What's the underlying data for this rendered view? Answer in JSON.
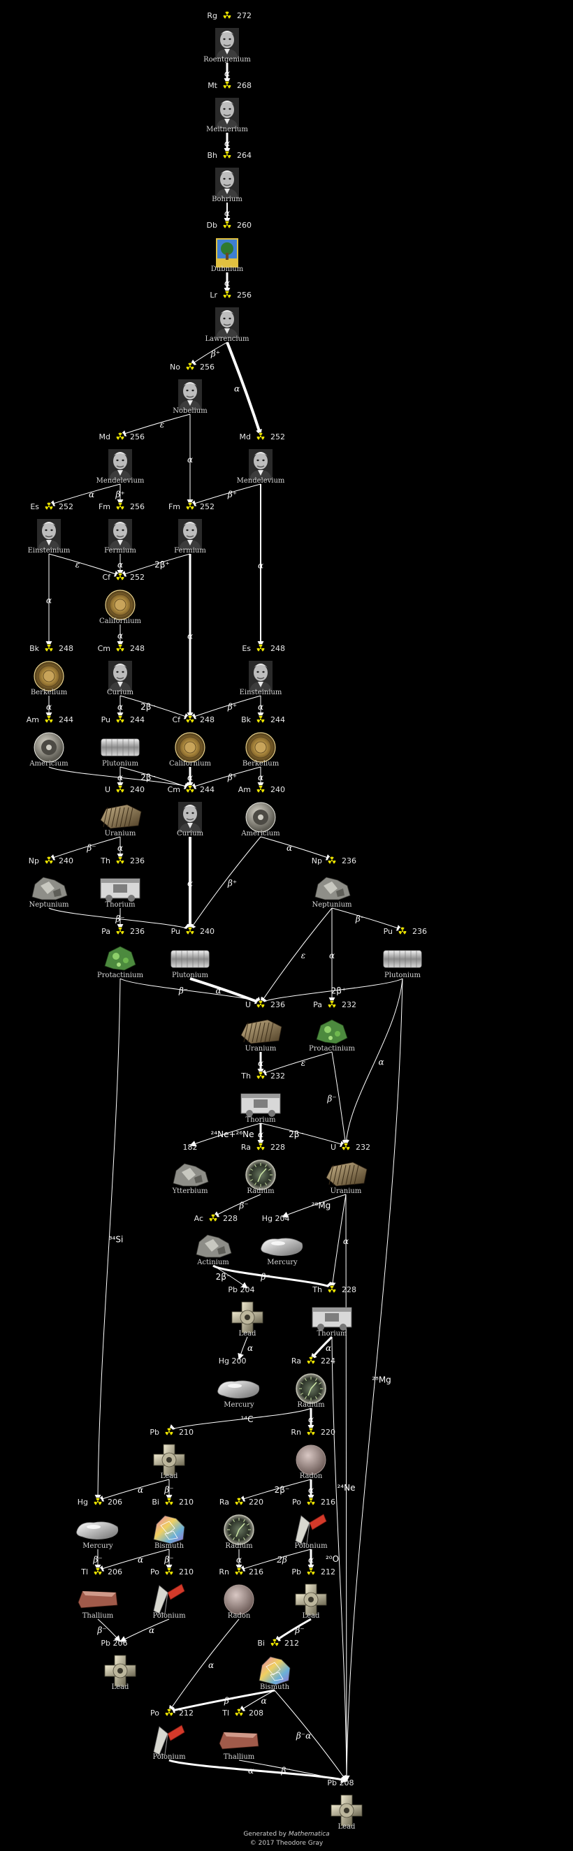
{
  "diagram": {
    "nodes": [
      {
        "id": "rg272",
        "symbol": "Rg",
        "mass": "272",
        "name": "Roentgenium",
        "kind": "portrait"
      },
      {
        "id": "mt268",
        "symbol": "Mt",
        "mass": "268",
        "name": "Meitnerium",
        "kind": "portrait"
      },
      {
        "id": "bh264",
        "symbol": "Bh",
        "mass": "264",
        "name": "Bohrium",
        "kind": "portrait"
      },
      {
        "id": "db260",
        "symbol": "Db",
        "mass": "260",
        "name": "Dubnium",
        "kind": "crest"
      },
      {
        "id": "lr256",
        "symbol": "Lr",
        "mass": "256",
        "name": "Lawrencium",
        "kind": "portrait"
      },
      {
        "id": "no256",
        "symbol": "No",
        "mass": "256",
        "name": "Nobelium",
        "kind": "portrait"
      },
      {
        "id": "md256",
        "symbol": "Md",
        "mass": "256",
        "name": "Mendelevium",
        "kind": "portrait"
      },
      {
        "id": "md252",
        "symbol": "Md",
        "mass": "252",
        "name": "Mendelevium",
        "kind": "portrait"
      },
      {
        "id": "es252",
        "symbol": "Es",
        "mass": "252",
        "name": "Einsteinium",
        "kind": "portrait"
      },
      {
        "id": "fm256",
        "symbol": "Fm",
        "mass": "256",
        "name": "Fermium",
        "kind": "portrait"
      },
      {
        "id": "fm252",
        "symbol": "Fm",
        "mass": "252",
        "name": "Fermium",
        "kind": "portrait"
      },
      {
        "id": "cf252",
        "symbol": "Cf",
        "mass": "252",
        "name": "Californium",
        "kind": "seal"
      },
      {
        "id": "bk248",
        "symbol": "Bk",
        "mass": "248",
        "name": "Berkelium",
        "kind": "seal"
      },
      {
        "id": "cm248",
        "symbol": "Cm",
        "mass": "248",
        "name": "Curium",
        "kind": "portrait"
      },
      {
        "id": "es248",
        "symbol": "Es",
        "mass": "248",
        "name": "Einsteinium",
        "kind": "portrait"
      },
      {
        "id": "am244",
        "symbol": "Am",
        "mass": "244",
        "name": "Americium",
        "kind": "disc"
      },
      {
        "id": "pu244",
        "symbol": "Pu",
        "mass": "244",
        "name": "Plutonium",
        "kind": "cylinder"
      },
      {
        "id": "cf248",
        "symbol": "Cf",
        "mass": "248",
        "name": "Californium",
        "kind": "seal"
      },
      {
        "id": "bk244",
        "symbol": "Bk",
        "mass": "244",
        "name": "Berkelium",
        "kind": "seal"
      },
      {
        "id": "u240",
        "symbol": "U",
        "mass": "240",
        "name": "Uranium",
        "kind": "chunk"
      },
      {
        "id": "cm244",
        "symbol": "Cm",
        "mass": "244",
        "name": "Curium",
        "kind": "portrait"
      },
      {
        "id": "am240",
        "symbol": "Am",
        "mass": "240",
        "name": "Americium",
        "kind": "disc"
      },
      {
        "id": "np240",
        "symbol": "Np",
        "mass": "240",
        "name": "Neptunium",
        "kind": "rock"
      },
      {
        "id": "th236",
        "symbol": "Th",
        "mass": "236",
        "name": "Thorium",
        "kind": "machine"
      },
      {
        "id": "np236",
        "symbol": "Np",
        "mass": "236",
        "name": "Neptunium",
        "kind": "rock"
      },
      {
        "id": "pa236",
        "symbol": "Pa",
        "mass": "236",
        "name": "Protactinium",
        "kind": "green"
      },
      {
        "id": "pu240",
        "symbol": "Pu",
        "mass": "240",
        "name": "Plutonium",
        "kind": "cylinder"
      },
      {
        "id": "pu236",
        "symbol": "Pu",
        "mass": "236",
        "name": "Plutonium",
        "kind": "cylinder"
      },
      {
        "id": "u236",
        "symbol": "U",
        "mass": "236",
        "name": "Uranium",
        "kind": "chunk"
      },
      {
        "id": "pa232",
        "symbol": "Pa",
        "mass": "232",
        "name": "Protactinium",
        "kind": "green"
      },
      {
        "id": "th232",
        "symbol": "Th",
        "mass": "232",
        "name": "Thorium",
        "kind": "machine"
      },
      {
        "id": "yb182",
        "symbol": "",
        "mass": "182",
        "name": "Ytterbium",
        "kind": "rock",
        "stable": true
      },
      {
        "id": "ra228",
        "symbol": "Ra",
        "mass": "228",
        "name": "Radium",
        "kind": "dial"
      },
      {
        "id": "u232",
        "symbol": "U",
        "mass": "232",
        "name": "Uranium",
        "kind": "chunk"
      },
      {
        "id": "ac228",
        "symbol": "Ac",
        "mass": "228",
        "name": "Actinium",
        "kind": "rock"
      },
      {
        "id": "hg204",
        "symbol": "Hg",
        "mass": "204",
        "name": "Mercury",
        "kind": "blob",
        "stable": true
      },
      {
        "id": "pb204",
        "symbol": "Pb",
        "mass": "204",
        "name": "Lead",
        "kind": "lead",
        "stable": true
      },
      {
        "id": "th228",
        "symbol": "Th",
        "mass": "228",
        "name": "Thorium",
        "kind": "machine"
      },
      {
        "id": "hg200",
        "symbol": "Hg",
        "mass": "200",
        "name": "Mercury",
        "kind": "blob",
        "stable": true
      },
      {
        "id": "ra224",
        "symbol": "Ra",
        "mass": "224",
        "name": "Radium",
        "kind": "dial"
      },
      {
        "id": "pb210",
        "symbol": "Pb",
        "mass": "210",
        "name": "Lead",
        "kind": "lead"
      },
      {
        "id": "rn220",
        "symbol": "Rn",
        "mass": "220",
        "name": "Radon",
        "kind": "sphere"
      },
      {
        "id": "hg206",
        "symbol": "Hg",
        "mass": "206",
        "name": "Mercury",
        "kind": "blob"
      },
      {
        "id": "bi210",
        "symbol": "Bi",
        "mass": "210",
        "name": "Bismuth",
        "kind": "crystal"
      },
      {
        "id": "ra220",
        "symbol": "Ra",
        "mass": "220",
        "name": "Radium",
        "kind": "dial"
      },
      {
        "id": "po216",
        "symbol": "Po",
        "mass": "216",
        "name": "Polonium",
        "kind": "brush"
      },
      {
        "id": "tl206",
        "symbol": "Tl",
        "mass": "206",
        "name": "Thallium",
        "kind": "slab"
      },
      {
        "id": "po210",
        "symbol": "Po",
        "mass": "210",
        "name": "Polonium",
        "kind": "brush"
      },
      {
        "id": "rn216",
        "symbol": "Rn",
        "mass": "216",
        "name": "Radon",
        "kind": "sphere"
      },
      {
        "id": "pb212",
        "symbol": "Pb",
        "mass": "212",
        "name": "Lead",
        "kind": "lead"
      },
      {
        "id": "pb206",
        "symbol": "Pb",
        "mass": "206",
        "name": "Lead",
        "kind": "lead",
        "stable": true
      },
      {
        "id": "bi212",
        "symbol": "Bi",
        "mass": "212",
        "name": "Bismuth",
        "kind": "crystal"
      },
      {
        "id": "po212",
        "symbol": "Po",
        "mass": "212",
        "name": "Polonium",
        "kind": "brush"
      },
      {
        "id": "tl208",
        "symbol": "Tl",
        "mass": "208",
        "name": "Thallium",
        "kind": "slab"
      },
      {
        "id": "pb208",
        "symbol": "Pb",
        "mass": "208",
        "name": "Lead",
        "kind": "lead",
        "stable": true
      }
    ],
    "edges": [
      {
        "from": "rg272",
        "to": "mt268",
        "label": "α",
        "w": 3
      },
      {
        "from": "mt268",
        "to": "bh264",
        "label": "α",
        "w": 3
      },
      {
        "from": "bh264",
        "to": "db260",
        "label": "α",
        "w": 2
      },
      {
        "from": "db260",
        "to": "lr256",
        "label": "α",
        "w": 3
      },
      {
        "from": "lr256",
        "to": "no256",
        "label": "β⁺",
        "w": 1
      },
      {
        "from": "lr256",
        "to": "md252",
        "label": "α",
        "w": 4
      },
      {
        "from": "no256",
        "to": "md256",
        "label": "ε",
        "w": 1
      },
      {
        "from": "no256",
        "to": "fm252",
        "label": "α",
        "w": 1
      },
      {
        "from": "md256",
        "to": "es252",
        "label": "α",
        "w": 1
      },
      {
        "from": "md256",
        "to": "fm256",
        "label": "β⁺",
        "w": 1
      },
      {
        "from": "md252",
        "to": "fm252",
        "label": "β⁺",
        "w": 1
      },
      {
        "from": "md252",
        "to": "es248",
        "label": "α",
        "w": 2
      },
      {
        "from": "es252",
        "to": "cf252",
        "label": "ε",
        "w": 1
      },
      {
        "from": "es252",
        "to": "bk248",
        "label": "α",
        "w": 1
      },
      {
        "from": "fm256",
        "to": "cf252",
        "label": "α",
        "w": 1
      },
      {
        "from": "fm252",
        "to": "cf252",
        "label": "2β⁺",
        "w": 1
      },
      {
        "from": "fm252",
        "to": "cf248",
        "label": "α",
        "w": 3
      },
      {
        "from": "cf252",
        "to": "cm248",
        "label": "α",
        "w": 1
      },
      {
        "from": "bk248",
        "to": "am244",
        "label": "α",
        "w": 1
      },
      {
        "from": "cm248",
        "to": "pu244",
        "label": "α",
        "w": 1
      },
      {
        "from": "cm248",
        "to": "cf248",
        "label": "2β⁻",
        "w": 1
      },
      {
        "from": "es248",
        "to": "cf248",
        "label": "β⁺",
        "w": 1
      },
      {
        "from": "es248",
        "to": "bk244",
        "label": "α",
        "w": 1
      },
      {
        "from": "am244",
        "to": "cm244",
        "label": "",
        "w": 1
      },
      {
        "from": "pu244",
        "to": "u240",
        "label": "α",
        "w": 1
      },
      {
        "from": "pu244",
        "to": "cm244",
        "label": "2β⁻",
        "w": 1
      },
      {
        "from": "cf248",
        "to": "cm244",
        "label": "α",
        "w": 3
      },
      {
        "from": "bk244",
        "to": "cm244",
        "label": "β⁺",
        "w": 1
      },
      {
        "from": "bk244",
        "to": "am240",
        "label": "α",
        "w": 1
      },
      {
        "from": "u240",
        "to": "np240",
        "label": "β⁻",
        "w": 1
      },
      {
        "from": "u240",
        "to": "th236",
        "label": "α",
        "w": 1
      },
      {
        "from": "cm244",
        "to": "pu240",
        "label": "α",
        "w": 4
      },
      {
        "from": "am240",
        "to": "pu240",
        "label": "β⁺",
        "w": 1
      },
      {
        "from": "am240",
        "to": "np236",
        "label": "α",
        "w": 1
      },
      {
        "from": "th236",
        "to": "pa236",
        "label": "β⁻",
        "w": 1
      },
      {
        "from": "np240",
        "to": "pu240",
        "label": "",
        "w": 1
      },
      {
        "from": "np236",
        "to": "pu236",
        "label": "β⁻",
        "w": 1
      },
      {
        "from": "np236",
        "to": "u236",
        "label": "ε",
        "w": 1
      },
      {
        "from": "np236",
        "to": "pa232",
        "label": "α",
        "w": 1
      },
      {
        "from": "pa236",
        "to": "u236",
        "label": "β⁻",
        "w": 1
      },
      {
        "from": "pa236",
        "to": "hg206",
        "label": "³⁴Si",
        "w": 1
      },
      {
        "from": "pu240",
        "to": "u236",
        "label": "α",
        "w": 4
      },
      {
        "from": "pu236",
        "to": "u236",
        "label": "2β⁺",
        "w": 1
      },
      {
        "from": "pu236",
        "to": "u232",
        "label": "α",
        "w": 1
      },
      {
        "from": "pu236",
        "to": "pb208",
        "label": "²⁸Mg",
        "w": 1
      },
      {
        "from": "u236",
        "to": "th232",
        "label": "α",
        "w": 3
      },
      {
        "from": "pa232",
        "to": "th232",
        "label": "ε",
        "w": 1
      },
      {
        "from": "pa232",
        "to": "u232",
        "label": "β⁻",
        "w": 1
      },
      {
        "from": "th232",
        "to": "ra228",
        "label": "α",
        "w": 3
      },
      {
        "from": "th232",
        "to": "u232",
        "label": "2β⁻",
        "w": 1
      },
      {
        "from": "th232",
        "to": "yb182",
        "label": "²⁴Ne+²⁶Ne",
        "w": 1
      },
      {
        "from": "ra228",
        "to": "ac228",
        "label": "β⁻",
        "w": 1
      },
      {
        "from": "u232",
        "to": "hg204",
        "label": "²⁸Mg",
        "w": 1
      },
      {
        "from": "u232",
        "to": "th228",
        "label": "α",
        "w": 1
      },
      {
        "from": "u232",
        "to": "pb208",
        "label": "²⁴Ne",
        "w": 1
      },
      {
        "from": "ac228",
        "to": "th228",
        "label": "β⁻",
        "w": 3
      },
      {
        "from": "ac228",
        "to": "pb204",
        "label": "2β⁻",
        "w": 1
      },
      {
        "from": "th228",
        "to": "ra224",
        "label": "α",
        "w": 3
      },
      {
        "from": "th228",
        "to": "pb208",
        "label": "²⁰O",
        "w": 1
      },
      {
        "from": "pb204",
        "to": "hg200",
        "label": "α",
        "w": 1
      },
      {
        "from": "ra224",
        "to": "rn220",
        "label": "α",
        "w": 3
      },
      {
        "from": "ra224",
        "to": "pb210",
        "label": "¹⁴C",
        "w": 1
      },
      {
        "from": "pb210",
        "to": "hg206",
        "label": "α",
        "w": 1
      },
      {
        "from": "pb210",
        "to": "bi210",
        "label": "β⁻",
        "w": 1
      },
      {
        "from": "rn220",
        "to": "ra220",
        "label": "2β⁻",
        "w": 1
      },
      {
        "from": "rn220",
        "to": "po216",
        "label": "α",
        "w": 3
      },
      {
        "from": "hg206",
        "to": "tl206",
        "label": "β⁻",
        "w": 1
      },
      {
        "from": "bi210",
        "to": "tl206",
        "label": "α",
        "w": 1
      },
      {
        "from": "bi210",
        "to": "po210",
        "label": "β⁻",
        "w": 1
      },
      {
        "from": "ra220",
        "to": "rn216",
        "label": "α",
        "w": 1
      },
      {
        "from": "po216",
        "to": "rn216",
        "label": "2β",
        "w": 1
      },
      {
        "from": "po216",
        "to": "pb212",
        "label": "α",
        "w": 3
      },
      {
        "from": "tl206",
        "to": "pb206",
        "label": "β⁻",
        "w": 1
      },
      {
        "from": "po210",
        "to": "pb206",
        "label": "α",
        "w": 1
      },
      {
        "from": "rn216",
        "to": "po212",
        "label": "α",
        "w": 1
      },
      {
        "from": "pb212",
        "to": "bi212",
        "label": "β⁻",
        "w": 3
      },
      {
        "from": "bi212",
        "to": "po212",
        "label": "β⁻",
        "w": 3
      },
      {
        "from": "bi212",
        "to": "tl208",
        "label": "α",
        "w": 1
      },
      {
        "from": "bi212",
        "to": "pb208",
        "label": "β⁻α",
        "w": 1
      },
      {
        "from": "po212",
        "to": "pb208",
        "label": "α",
        "w": 3
      },
      {
        "from": "tl208",
        "to": "pb208",
        "label": "β⁻",
        "w": 1
      }
    ]
  },
  "footer": {
    "generated_by": "Generated by",
    "software": "Mathematica",
    "copyright": "© 2017 Theodore Gray"
  },
  "colors": {
    "background": "#000000",
    "radioactive_symbol": "#e8e000",
    "edge": "#ffffff",
    "text": "#e8e8e8"
  }
}
